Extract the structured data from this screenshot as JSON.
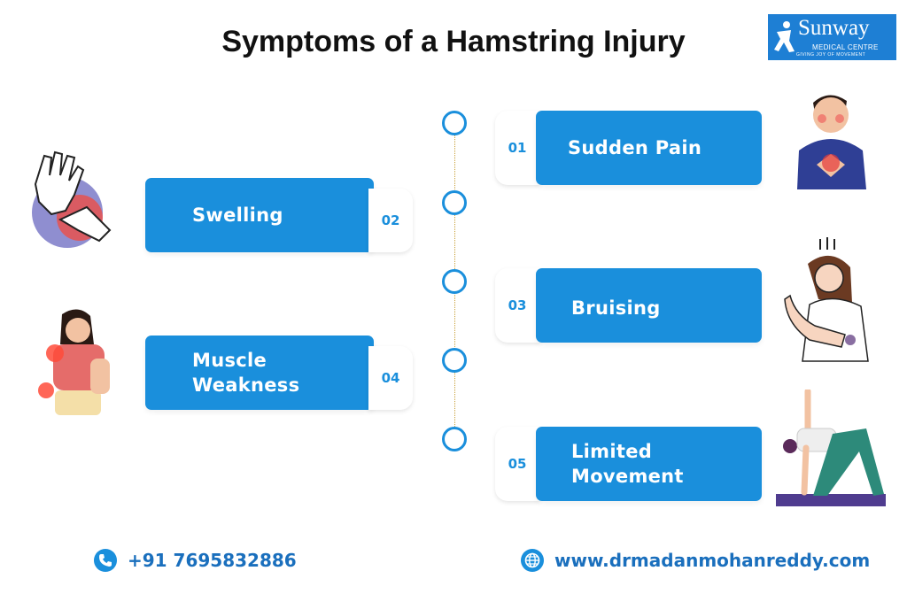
{
  "title": "Symptoms of a Hamstring Injury",
  "logo": {
    "brand": "Sunway",
    "subtitle": "MEDICAL CENTRE",
    "tagline": "GIVING JOY OF MOVEMENT"
  },
  "symptoms": [
    {
      "number": "01",
      "label": "Sudden Pain",
      "illustration": "chest-pain-person-icon"
    },
    {
      "number": "02",
      "label": "Swelling",
      "illustration": "swollen-hand-icon"
    },
    {
      "number": "03",
      "label": "Bruising",
      "illustration": "bruised-arm-person-icon"
    },
    {
      "number": "04",
      "label": "Muscle Weakness",
      "illustration": "woman-joint-pain-icon"
    },
    {
      "number": "05",
      "label": "Limited Movement",
      "illustration": "stretching-person-icon"
    }
  ],
  "footer": {
    "phone": "+91 7695832886",
    "website": "www.drmadanmohanreddy.com",
    "phone_icon": "phone-icon",
    "web_icon": "globe-icon"
  },
  "colors": {
    "primary_blue": "#1a8fdc",
    "footer_text": "#1a6fbd",
    "timeline_dots": "#c9a13a"
  }
}
